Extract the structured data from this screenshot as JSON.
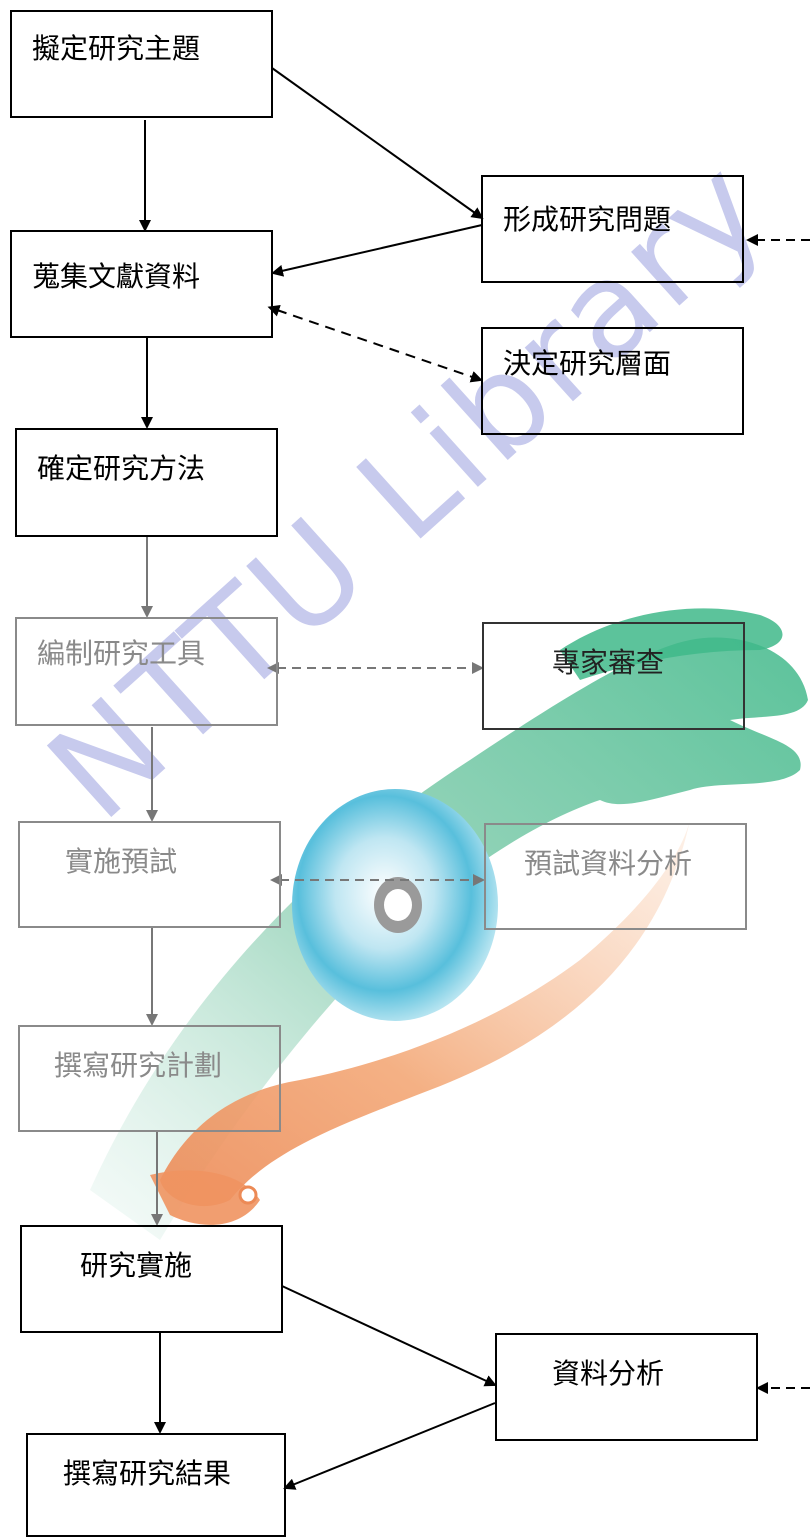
{
  "watermark": {
    "text": "NTTU Library"
  },
  "nodes": {
    "topic": "擬定研究主題",
    "question": "形成研究問題",
    "literature": "蒐集文獻資料",
    "level": "決定研究層面",
    "method": "確定研究方法",
    "tool": "編制研究工具",
    "expert": "專家審查",
    "pretest": "實施預試",
    "pretest_analysis": "預試資料分析",
    "proposal": "撰寫研究計劃",
    "implement": "研究實施",
    "analysis": "資料分析",
    "results": "撰寫研究結果"
  }
}
